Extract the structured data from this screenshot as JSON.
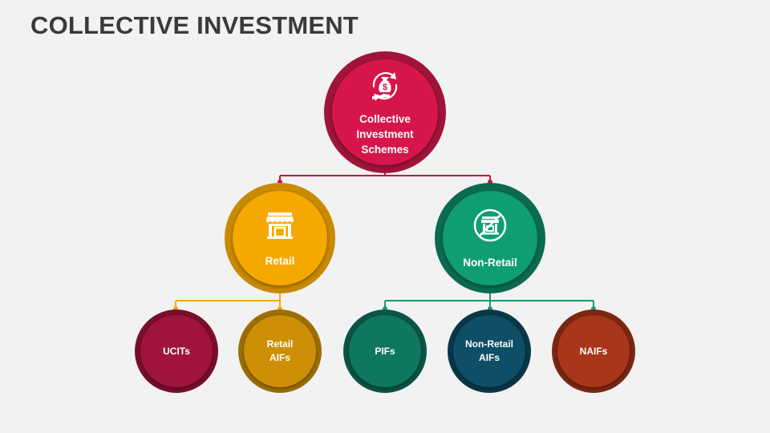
{
  "title": "COLLECTIVE INVESTMENT",
  "colors": {
    "crimson": "#d6164a",
    "crimson_dark": "#a0143a",
    "amber": "#f5a800",
    "amber_dark": "#c98a00",
    "green": "#0f9e73",
    "green_dark": "#0b6b50",
    "maroon": "#a0143a",
    "maroon_dark": "#7a0e2c",
    "gold": "#cc8f05",
    "gold_dark": "#9e6e04",
    "teal": "#0f7660",
    "teal_dark": "#0a5546",
    "navy_teal": "#0e4e66",
    "navy_teal_dark": "#093849",
    "rust": "#a8361a",
    "rust_dark": "#7d2712"
  },
  "root": {
    "label": "Collective Investment Schemes",
    "icon": "money-bag-hand-cycle-icon"
  },
  "branches": [
    {
      "label": "Retail",
      "icon": "storefront-icon"
    },
    {
      "label": "Non-Retail",
      "icon": "no-storefront-icon"
    }
  ],
  "leaves": [
    {
      "label": "UCITs"
    },
    {
      "label": "Retail AIFs"
    },
    {
      "label": "PIFs"
    },
    {
      "label": "Non-Retail AIFs"
    },
    {
      "label": "NAIFs"
    }
  ]
}
